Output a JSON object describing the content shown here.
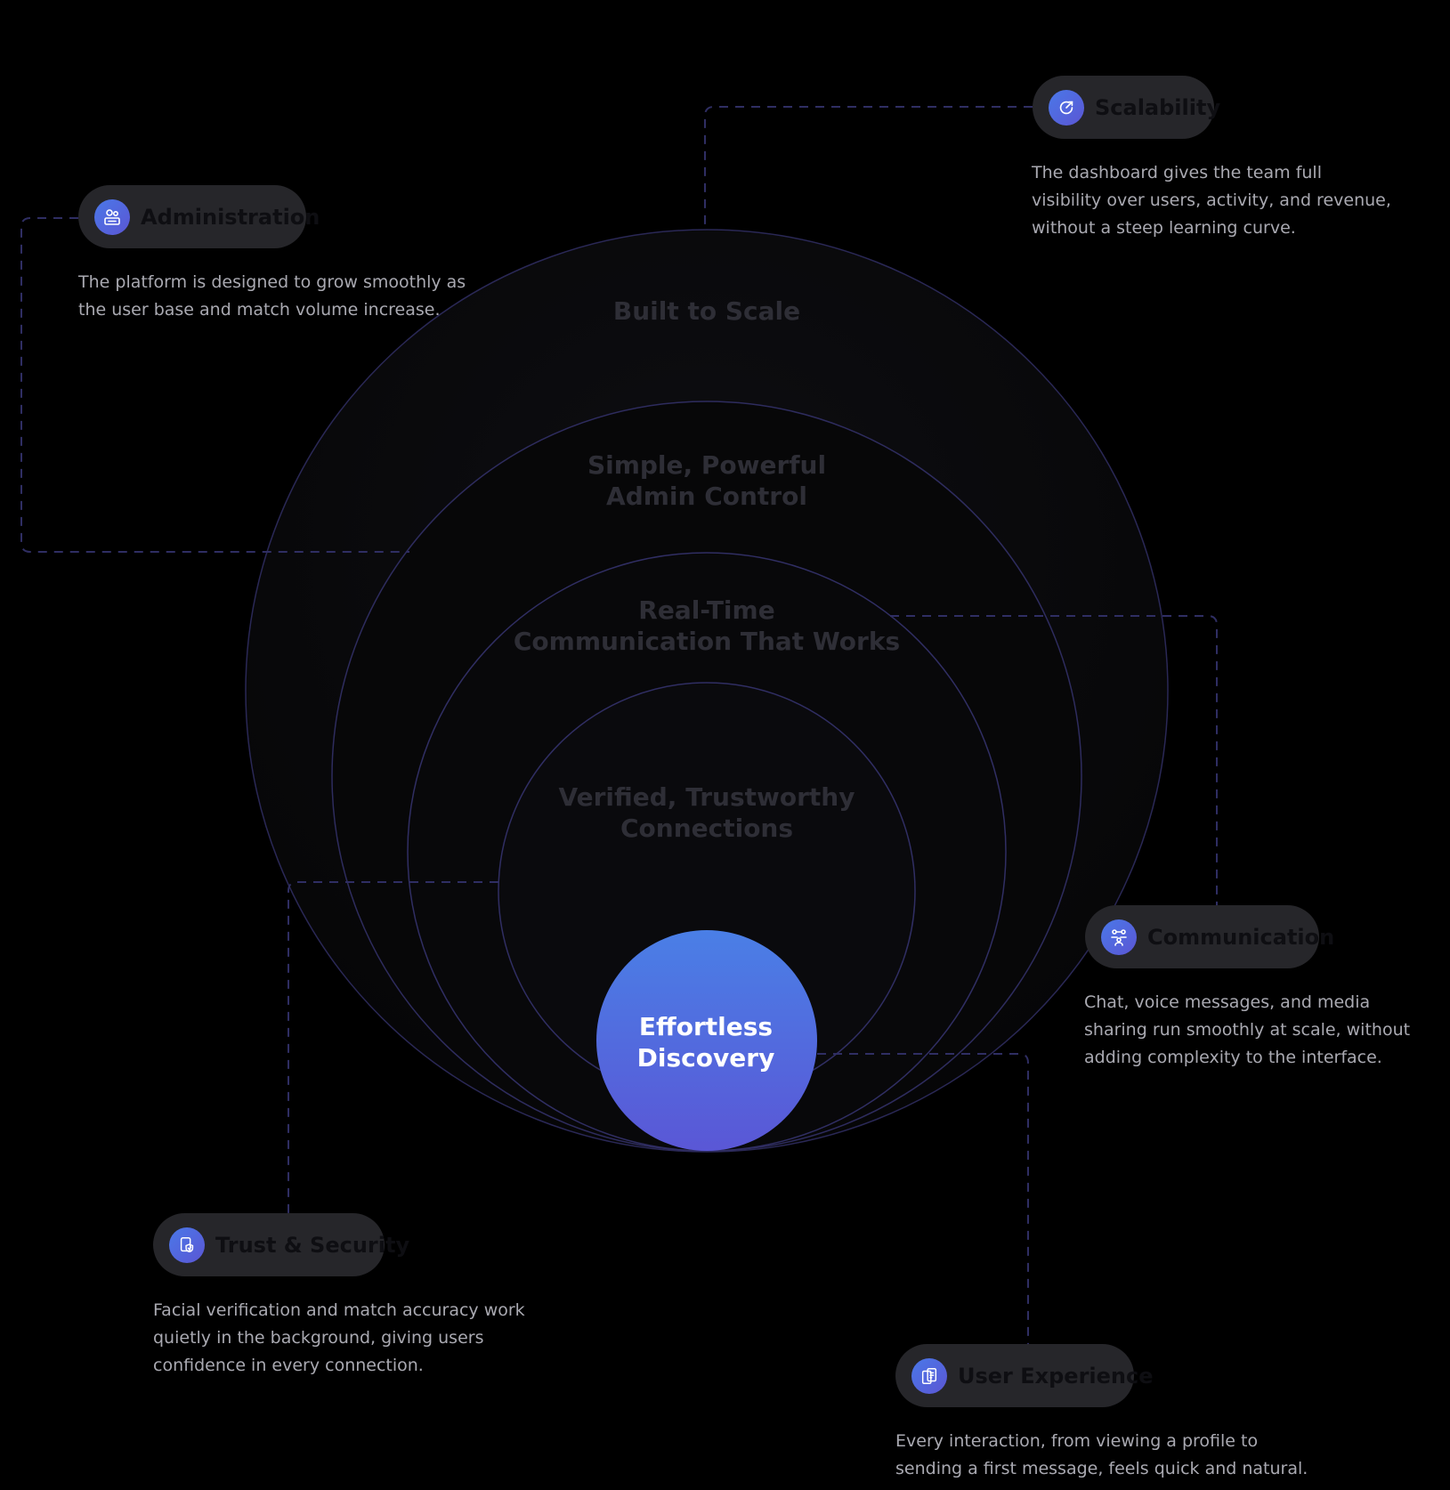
{
  "center": {
    "line1": "Effortless",
    "line2": "Discovery"
  },
  "rings": [
    {
      "line1": "Built to Scale",
      "line2": ""
    },
    {
      "line1": "Simple, Powerful",
      "line2": "Admin Control"
    },
    {
      "line1": "Real-Time",
      "line2": "Communication That Works"
    },
    {
      "line1": "Verified, Trustworthy",
      "line2": "Connections"
    }
  ],
  "features": {
    "scalability": {
      "icon": "scalability-icon",
      "label": "Scalability",
      "description_lines": [
        "The dashboard gives the team full",
        "visibility over users, activity, and revenue,",
        "without a steep learning curve."
      ]
    },
    "administration": {
      "icon": "administration-icon",
      "label": "Administration",
      "description_lines": [
        "The platform is designed to grow smoothly as",
        "the user base and match volume increase."
      ]
    },
    "communication": {
      "icon": "communication-icon",
      "label": "Communication",
      "description_lines": [
        "Chat, voice messages, and media",
        "sharing run smoothly at scale, without",
        "adding complexity to the interface."
      ]
    },
    "trust_security": {
      "icon": "shield-icon",
      "label": "Trust & Security",
      "description_lines": [
        "Facial verification and match accuracy work",
        "quietly in the background, giving users",
        "confidence in every connection."
      ]
    },
    "user_experience": {
      "icon": "user-experience-icon",
      "label": "User Experience",
      "description_lines": [
        "Every interaction, from viewing a profile to",
        "sending a first message, feels quick and natural."
      ]
    }
  },
  "colors": {
    "background": "#000000",
    "center_gradient_start": "#4a7fe6",
    "center_gradient_end": "#5a57d6",
    "ring_stroke": "#2c2a5a",
    "connector": "#2f2e63",
    "pill_bg": "#26262a"
  }
}
